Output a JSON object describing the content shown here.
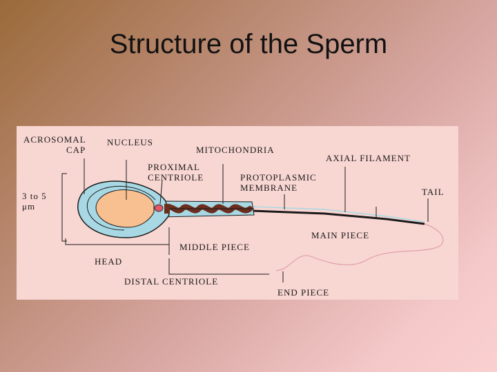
{
  "slide": {
    "title": "Structure of the Sperm"
  },
  "diagram": {
    "labels": {
      "acrosomal_cap_line1": "ACROSOMAL",
      "acrosomal_cap_line2": "CAP",
      "nucleus": "NUCLEUS",
      "mitochondria": "MITOCHONDRIA",
      "axial_filament": "AXIAL FILAMENT",
      "proximal_centriole_line1": "PROXIMAL",
      "proximal_centriole_line2": "CENTRIOLE",
      "protoplasmic_membrane_line1": "PROTOPLASMIC",
      "protoplasmic_membrane_line2": "MEMBRANE",
      "tail": "TAIL",
      "size_line1": "3 to 5",
      "size_line2": "μm",
      "main_piece": "MAIN PIECE",
      "middle_piece": "MIDDLE PIECE",
      "head": "HEAD",
      "distal_centriole": "DISTAL CENTRIOLE",
      "end_piece": "END PIECE"
    },
    "colors": {
      "panel": "#f8d6d2",
      "membrane": "#a8d8e4",
      "nucleus": "#f8c090",
      "mitochondria": "#6b2d1e",
      "outline": "#1a1a1a",
      "end_piece": "#e0a0a8"
    }
  }
}
